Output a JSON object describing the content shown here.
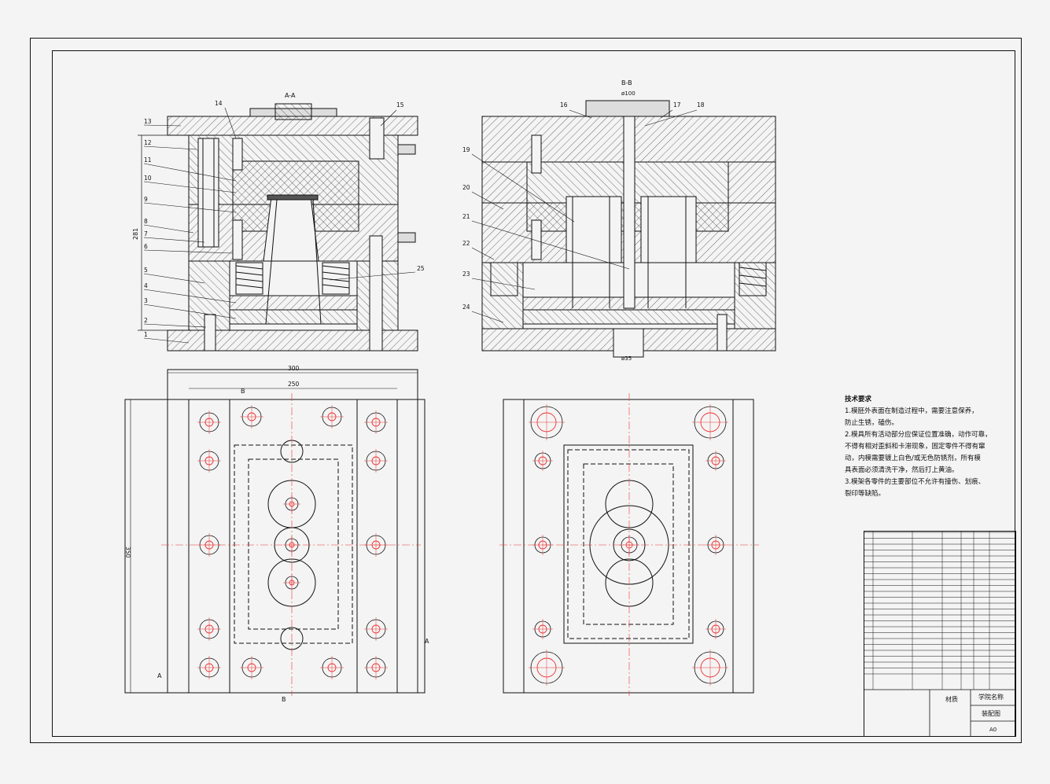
{
  "drawing": {
    "section_aa": "A-A",
    "section_bb": "B-B",
    "dims": {
      "width_300": "300",
      "width_250": "250",
      "height_350": "350",
      "height_281": "281",
      "dia_100": "ø100",
      "dia_35": "ø35"
    },
    "plan_labels": {
      "a_left": "A",
      "a_right": "A",
      "b_top": "B",
      "b_bottom": "B"
    },
    "left_leaders": [
      "13",
      "12",
      "11",
      "10",
      "9",
      "8",
      "7",
      "6",
      "5",
      "4",
      "3",
      "2",
      "1"
    ],
    "top_leaders": [
      "14",
      "15",
      "16",
      "17",
      "18"
    ],
    "right_leaders": [
      "19",
      "20",
      "21",
      "22",
      "23",
      "24"
    ],
    "leader_25": "25"
  },
  "notes": {
    "title": "技术要求",
    "items": [
      "1.模胚外表面在制造过程中，需要注意保养，",
      "防止生锈，磕伤。",
      "2.模具所有活动部分应保证位置准确，动作可靠，",
      "不得有相对歪斜和卡滞现象，固定零件不得有窜",
      "动，内模需要镀上白色/或无色防锈剂，所有模",
      "具表面必须清洗干净，然后打上黄油。",
      "3.模架各零件的主要部位不允许有撞伤、划痕、",
      "裂印等缺陷。"
    ]
  },
  "title_block": {
    "school": "学院名称",
    "material": "材质",
    "drawing_name": "装配图",
    "sheet_size": "A0"
  }
}
